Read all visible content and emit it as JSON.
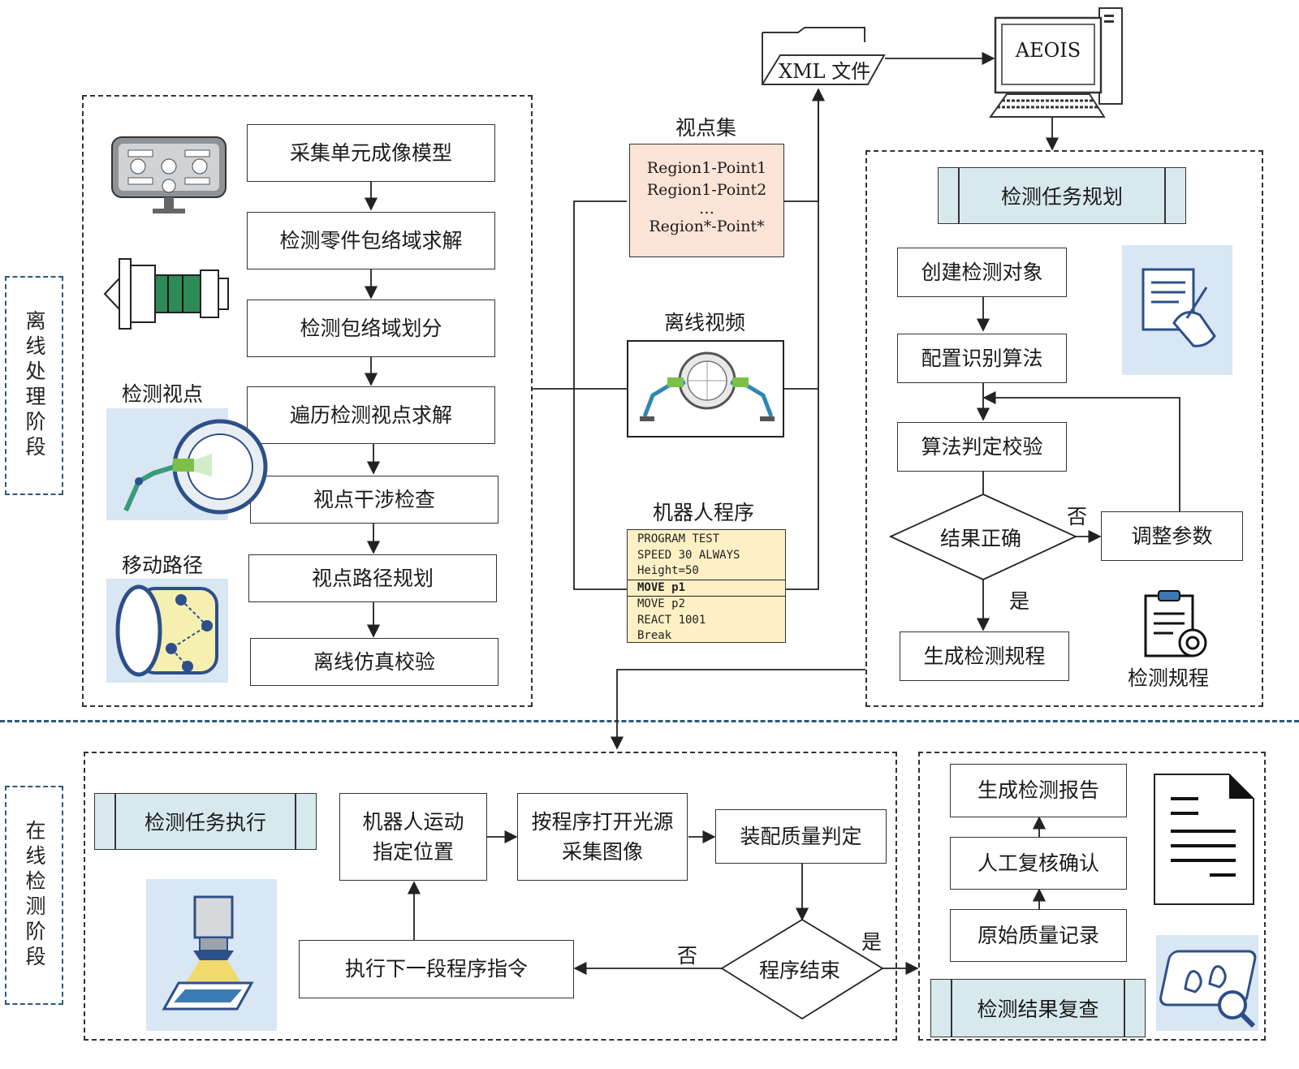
{
  "phases": {
    "offline": "离线处理阶段",
    "online": "在线检测阶段"
  },
  "offline_flow": [
    "采集单元成像模型",
    "检测零件包络域求解",
    "检测包络域划分",
    "遍历检测视点求解",
    "视点干涉检查",
    "视点路径规划",
    "离线仿真校验"
  ],
  "illustrations": {
    "viewpoints": "检测视点",
    "path": "移动路径",
    "procedure": "检测规程"
  },
  "viewpoint_set": {
    "title": "视点集",
    "lines": [
      "Region1-Point1",
      "Region1-Point2",
      "…",
      "Region*-Point*"
    ]
  },
  "offline_video": {
    "title": "离线视频"
  },
  "robot_program": {
    "title": "机器人程序",
    "lines": [
      "PROGRAM TEST",
      "SPEED 30 ALWAYS",
      "Height=50",
      "MOVE p1",
      "MOVE p2",
      "REACT 1001",
      "Break"
    ]
  },
  "xml_file": "XML 文件",
  "aeois": "AEOIS",
  "task_planning": {
    "header": "检测任务规划",
    "steps": [
      "创建检测对象",
      "配置识别算法",
      "算法判定校验"
    ],
    "decision": "结果正确",
    "no": "否",
    "yes": "是",
    "adjust": "调整参数",
    "result": "生成检测规程"
  },
  "online": {
    "header": "检测任务执行",
    "robot_move": [
      "机器人运动",
      "指定位置"
    ],
    "light_capture": [
      "按程序打开光源",
      "采集图像"
    ],
    "quality_judge": "装配质量判定",
    "program_end": "程序结束",
    "next_instruction": "执行下一段程序指令",
    "no": "否",
    "yes": "是"
  },
  "review": {
    "header": "检测结果复查",
    "steps": [
      "生成检测报告",
      "人工复核确认",
      "原始质量记录"
    ]
  }
}
